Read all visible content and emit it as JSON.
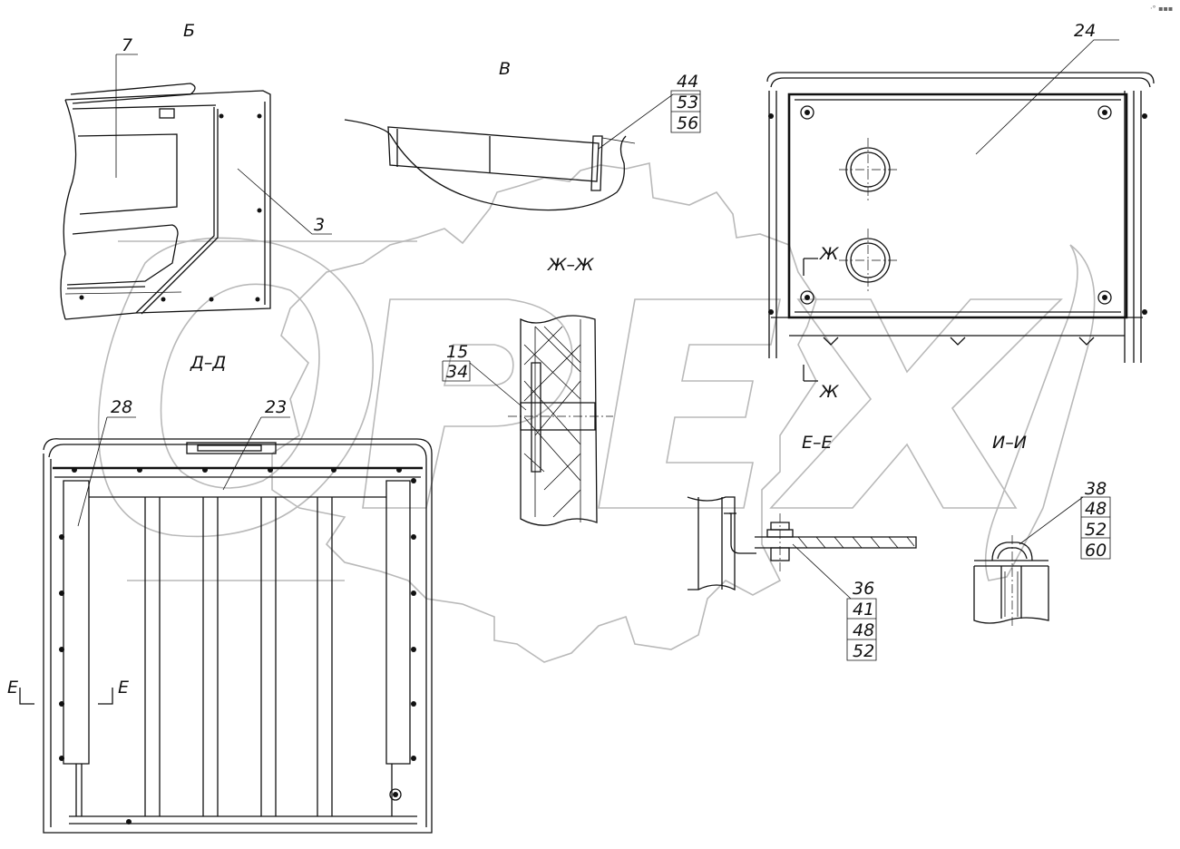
{
  "watermark": {
    "text": "OPEX"
  },
  "corner_mark": "·° ▪▪▪",
  "views": {
    "b": {
      "title": "Б",
      "callout_7": "7",
      "callout_3": "3"
    },
    "v": {
      "title": "В",
      "callout_stack": [
        "44",
        "53",
        "56"
      ]
    },
    "top_right": {
      "callout_24": "24",
      "section_zh_top": "Ж",
      "section_zh_bottom": "Ж"
    },
    "zh": {
      "title": "Ж–Ж",
      "callout_stack": [
        "15",
        "34"
      ]
    },
    "d": {
      "title": "Д–Д",
      "callout_28": "28",
      "callout_23": "23",
      "section_e_left": "Е",
      "section_e_right": "Е"
    },
    "e": {
      "title": "Е–Е",
      "callout_stack": [
        "36",
        "41",
        "48",
        "52"
      ]
    },
    "i": {
      "title": "И–И",
      "callout_stack": [
        "38",
        "48",
        "52",
        "60"
      ]
    }
  }
}
